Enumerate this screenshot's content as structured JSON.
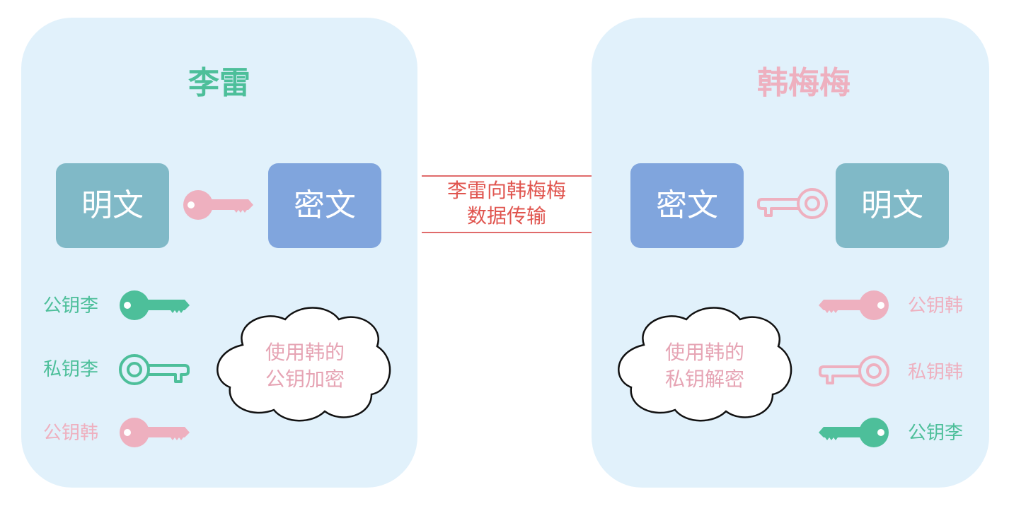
{
  "colors": {
    "panel_bg": "#e1f1fb",
    "green": "#4dbf9a",
    "pink": "#eeb0bf",
    "pink_text": "#e6a4b4",
    "plain_box": "#80b9c7",
    "cipher_box": "#80a5dd",
    "red": "#e0554f"
  },
  "left": {
    "title": "李雷",
    "plain_label": "明文",
    "cipher_label": "密文",
    "encrypt_key_icon": "key-solid-pink",
    "keys": [
      {
        "label": "公钥李",
        "icon": "key-solid-green"
      },
      {
        "label": "私钥李",
        "icon": "key-outline-green"
      },
      {
        "label": "公钥韩",
        "icon": "key-solid-pink"
      }
    ],
    "cloud_lines": [
      "使用韩的",
      "公钥加密"
    ]
  },
  "transfer": {
    "lines": [
      "李雷向韩梅梅",
      "数据传输"
    ]
  },
  "right": {
    "title": "韩梅梅",
    "cipher_label": "密文",
    "plain_label": "明文",
    "decrypt_key_icon": "key-outline-pink",
    "keys": [
      {
        "label": "公钥韩",
        "icon": "key-solid-pink"
      },
      {
        "label": "私钥韩",
        "icon": "key-outline-pink"
      },
      {
        "label": "公钥李",
        "icon": "key-solid-green"
      }
    ],
    "cloud_lines": [
      "使用韩的",
      "私钥解密"
    ]
  }
}
